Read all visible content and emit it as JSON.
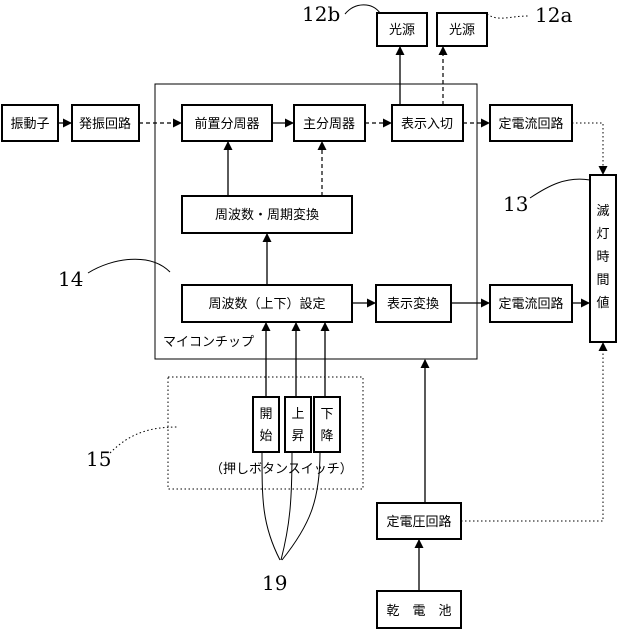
{
  "blocks": {
    "oscillator": "振動子",
    "osc_circuit": "発振回路",
    "prescaler": "前置分周器",
    "main_divider": "主分周器",
    "display_onoff": "表示入切",
    "cc_circuit_top": "定電流回路",
    "light_source_b": "光源",
    "light_source_a": "光源",
    "freq_period_conv": "周波数・周期変換",
    "freq_setting": "周波数（上下）設定",
    "display_conv": "表示変換",
    "cc_circuit_bottom": "定電流回路",
    "blink_interval_chars": [
      "滅",
      "灯",
      "時",
      "間",
      "値"
    ],
    "cv_circuit": "定電圧回路",
    "battery": "乾　電　池"
  },
  "buttons": {
    "start_chars": [
      "開",
      "始"
    ],
    "up_chars": [
      "上",
      "昇"
    ],
    "down_chars": [
      "下",
      "降"
    ]
  },
  "labels": {
    "microchip": "マイコンチップ",
    "push_switch": "（押しボタンスイッチ）"
  },
  "refs": {
    "r12b": "12b",
    "r12a": "12a",
    "r13": "13",
    "r14": "14",
    "r15": "15",
    "r19": "19"
  }
}
